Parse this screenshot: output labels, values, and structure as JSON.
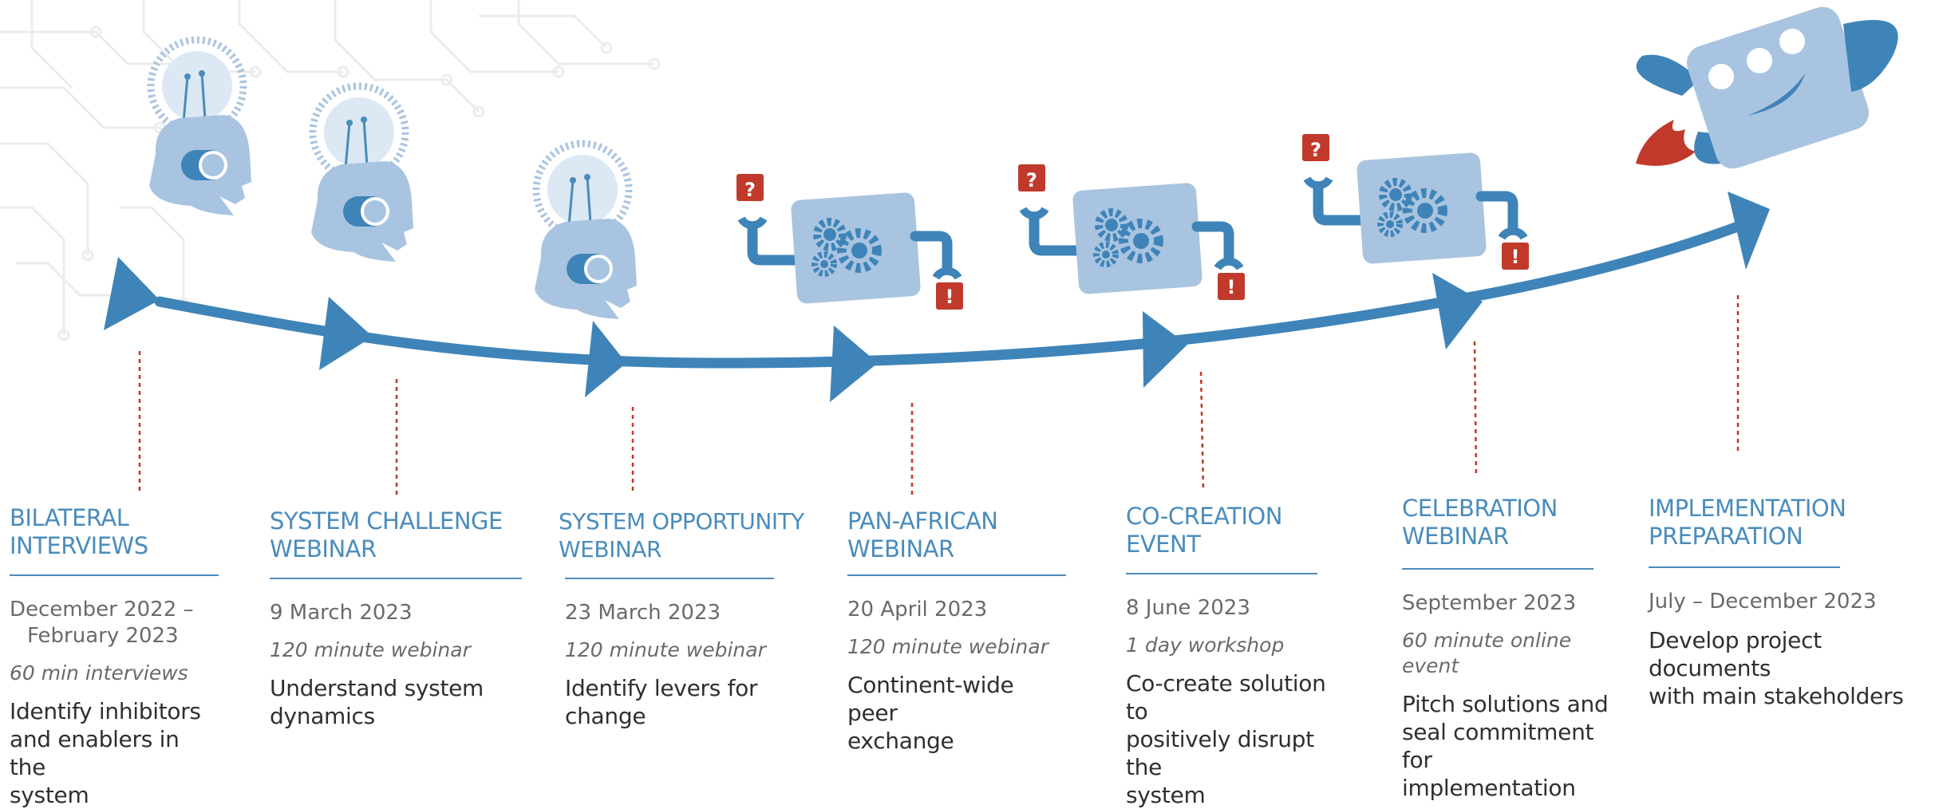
{
  "colors": {
    "accent_blue": "#4a8cbc",
    "arrow_blue": "#3f84b8",
    "robot_light": "#a9c4e0",
    "robot_mid": "#6b9fcb",
    "alert_red": "#c0392b",
    "dashed_red": "#c0392b",
    "circuit_gray": "#ececec",
    "date_gray": "#6a6a6a",
    "text_dark": "#2f2f2f"
  },
  "icons": {
    "stage_1": "thinking-robot-head-icon",
    "stage_2": "thinking-robot-head-icon",
    "stage_3": "thinking-robot-head-icon",
    "stage_4": "gear-robot-icon",
    "stage_5": "gear-robot-icon",
    "stage_6": "gear-robot-icon",
    "stage_7": "rocket-robot-icon",
    "background": "circuit-board-pattern"
  },
  "stages": [
    {
      "title_1": "BILATERAL",
      "title_2": "INTERVIEWS",
      "date_1": "December 2022 –",
      "date_2": "February 2023",
      "format": "60 min interviews",
      "desc_1": "Identify inhibitors",
      "desc_2": "and enablers in the",
      "desc_3": "system"
    },
    {
      "title_1": "SYSTEM CHALLENGE",
      "title_2": "WEBINAR",
      "date_1": "9 March 2023",
      "format": "120 minute webinar",
      "desc_1": "Understand system",
      "desc_2": "dynamics"
    },
    {
      "title_1": "SYSTEM OPPORTUNITY",
      "title_2": "WEBINAR",
      "date_1": "23 March 2023",
      "format": "120 minute webinar",
      "desc_1": "Identify levers for",
      "desc_2": "change"
    },
    {
      "title_1": "PAN-AFRICAN",
      "title_2": "WEBINAR",
      "date_1": "20 April 2023",
      "format": "120 minute webinar",
      "desc_1": "Continent-wide peer",
      "desc_2": "exchange"
    },
    {
      "title_1": "CO-CREATION",
      "title_2": "EVENT",
      "date_1": "8 June 2023",
      "format": "1 day workshop",
      "desc_1": "Co-create solution to",
      "desc_2": "positively disrupt the",
      "desc_3": "system"
    },
    {
      "title_1": "CELEBRATION",
      "title_2": "WEBINAR",
      "date_1": "September 2023",
      "format": "60 minute online event",
      "desc_1": "Pitch solutions and",
      "desc_2": "seal commitment for",
      "desc_3": "implementation"
    },
    {
      "title_1": "IMPLEMENTATION",
      "title_2": "PREPARATION",
      "date_1": "July – December 2023",
      "desc_1": "Develop project documents",
      "desc_2": "with main stakeholders"
    }
  ],
  "badges": {
    "question": "?",
    "exclamation": "!"
  }
}
